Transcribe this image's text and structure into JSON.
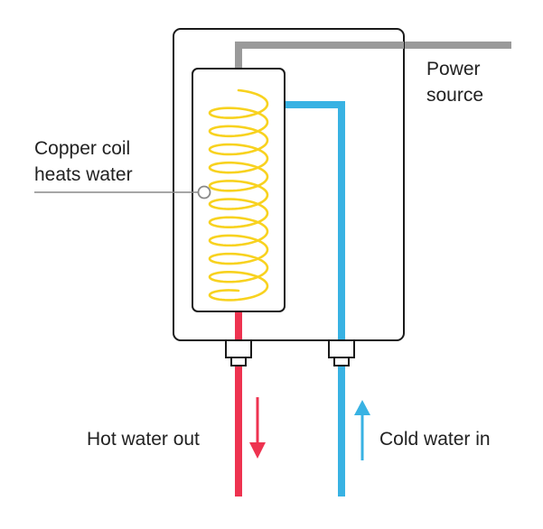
{
  "labels": {
    "copper_coil": {
      "line1": "Copper coil",
      "line2": "heats water"
    },
    "power_source": {
      "line1": "Power",
      "line2": "source"
    },
    "hot_water_out": "Hot water out",
    "cold_water_in": "Cold water in"
  },
  "colors": {
    "outline": "#1a1a1a",
    "power_cable": "#9a9a9a",
    "hot_pipe": "#ee3350",
    "cold_pipe": "#38b2e3",
    "coil": "#f8d21f",
    "leader_line": "#888888"
  },
  "icons": {
    "flow_down": "arrow-down-icon",
    "flow_up": "arrow-up-icon"
  }
}
